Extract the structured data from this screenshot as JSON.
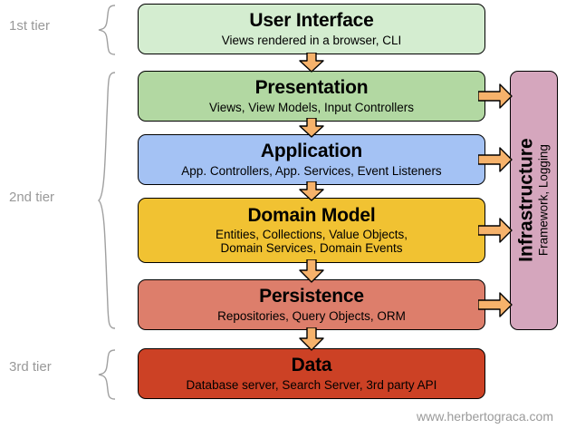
{
  "diagram": {
    "footer_url": "www.herbertograca.com",
    "tiers": [
      {
        "label": "1st tier"
      },
      {
        "label": "2nd tier"
      },
      {
        "label": "3rd tier"
      }
    ],
    "layers": [
      {
        "key": "user-interface",
        "title": "User Interface",
        "subtitle": "Views rendered in a browser, CLI",
        "color": "#d4edd0"
      },
      {
        "key": "presentation",
        "title": "Presentation",
        "subtitle": "Views, View Models, Input Controllers",
        "color": "#b2d8a2"
      },
      {
        "key": "application",
        "title": "Application",
        "subtitle": "App. Controllers, App. Services, Event Listeners",
        "color": "#a4c2f4"
      },
      {
        "key": "domain-model",
        "title": "Domain Model",
        "subtitle_line1": "Entities, Collections, Value Objects,",
        "subtitle_line2": "Domain Services, Domain Events",
        "color": "#f1c232"
      },
      {
        "key": "persistence",
        "title": "Persistence",
        "subtitle": "Repositories, Query Objects, ORM",
        "color": "#dd7e6b"
      },
      {
        "key": "data",
        "title": "Data",
        "subtitle": "Database server, Search Server, 3rd party API",
        "color": "#cc4125"
      }
    ],
    "infrastructure": {
      "title": "Infrastructure",
      "subtitle": "Framework, Logging",
      "color": "#d5a6bd"
    },
    "arrows": {
      "fill": "#f6b26b",
      "stroke": "#000000",
      "down_count": 5,
      "right_count": 4
    }
  }
}
